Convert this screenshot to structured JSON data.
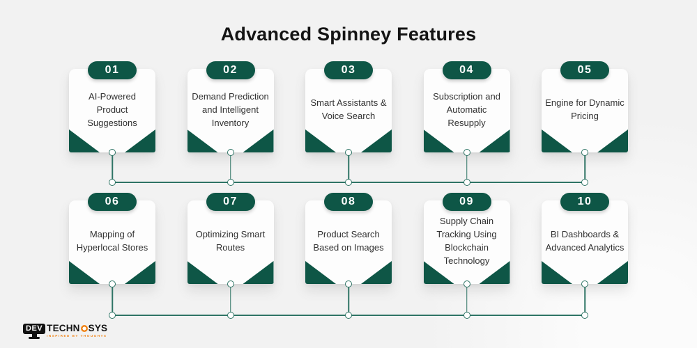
{
  "title": "Advanced Spinney Features",
  "colors": {
    "green": "#0e5646",
    "line": "#2e7465",
    "background": "#f2f2f2",
    "card": "#fdfdfd",
    "text": "#313131",
    "orange": "#f08519"
  },
  "features": [
    {
      "number": "01",
      "label": "AI-Powered Product Suggestions"
    },
    {
      "number": "02",
      "label": "Demand Prediction and Intelligent Inventory"
    },
    {
      "number": "03",
      "label": "Smart Assistants & Voice Search"
    },
    {
      "number": "04",
      "label": "Subscription and Automatic Resupply"
    },
    {
      "number": "05",
      "label": "Engine for Dynamic Pricing"
    },
    {
      "number": "06",
      "label": "Mapping of Hyperlocal Stores"
    },
    {
      "number": "07",
      "label": "Optimizing Smart Routes"
    },
    {
      "number": "08",
      "label": "Product Search Based on Images"
    },
    {
      "number": "09",
      "label": "Supply Chain Tracking Using Blockchain Technology"
    },
    {
      "number": "10",
      "label": "BI Dashboards & Advanced Analytics"
    }
  ],
  "logo": {
    "dev": "DEV",
    "brand_left": "TECHN",
    "brand_right": "SYS",
    "tagline": "INSPIRED BY THOUGHTS"
  }
}
